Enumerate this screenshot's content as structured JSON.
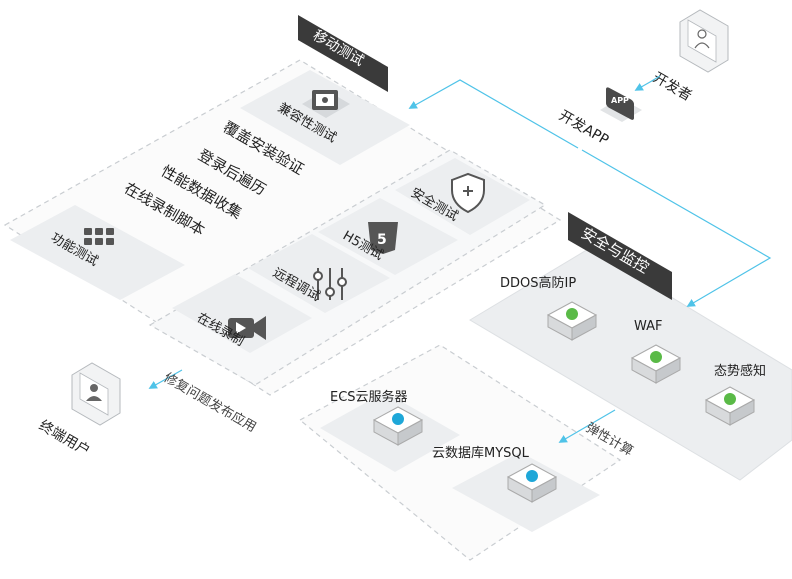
{
  "colors": {
    "connector": "#4fc3e8",
    "dark_header": "#3a3a3a",
    "plate": "#eceef0",
    "plate_dashed": "#c9cdd1",
    "icon_dark": "#555555",
    "icon_green": "#5aba47",
    "icon_blue": "#1ea7d8"
  },
  "actors": {
    "developer": "开发者",
    "developer_app": "开发APP",
    "end_user": "终端用户"
  },
  "mobile_testing": {
    "header": "移动测试",
    "compat": "兼容性测试",
    "checklist": [
      "覆盖安装验证",
      "登录后遍历",
      "性能数据收集",
      "在线录制脚本"
    ],
    "functional": "功能测试",
    "security": "安全测试",
    "h5": "H5测试",
    "remote_debug": "远程调试",
    "online_record": "在线录制"
  },
  "security_monitoring": {
    "header": "安全与监控",
    "ddos": "DDOS高防IP",
    "waf": "WAF",
    "situation": "态势感知"
  },
  "cloud": {
    "ecs": "ECS云服务器",
    "mysql": "云数据库MYSQL"
  },
  "flows": {
    "fix_release": "修复问题发布应用",
    "elastic": "弹性计算"
  }
}
